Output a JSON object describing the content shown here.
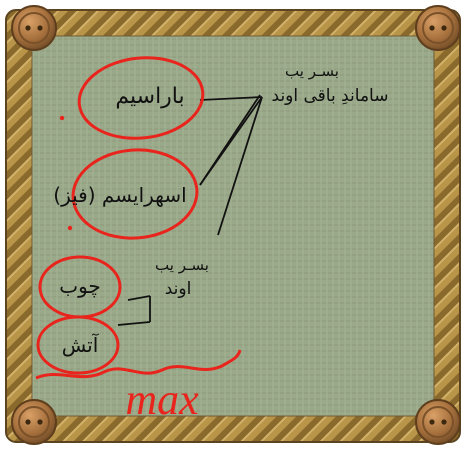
{
  "board": {
    "colors": {
      "fabric": "#9aa98a",
      "fabric_dark": "#889877",
      "rope": "#b89548",
      "rope_dark": "#6f5222",
      "button": "#b07a44",
      "ink": "#111111",
      "marker": "#e8241c"
    },
    "icons": [
      "wooden-button-icon"
    ]
  },
  "notes": {
    "top_line1": "بسـر یب",
    "top_line2": "ساماندِ باقی اوند",
    "word_1": "باراسیم",
    "word_2": "اسهرایسم (فیز)",
    "mid_note_line1": "بسـر یب",
    "mid_note_line2": "اوند",
    "word_3": "چوب",
    "word_4": "آتش",
    "max_label": "max"
  }
}
